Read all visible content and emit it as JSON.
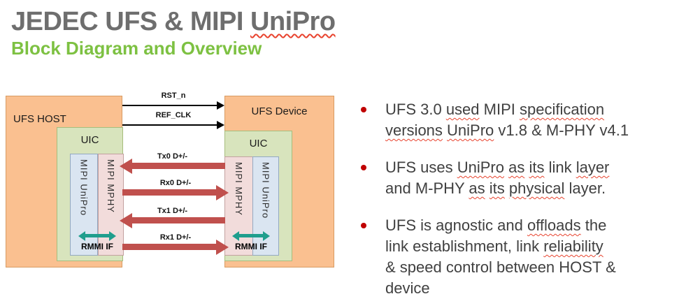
{
  "header": {
    "title_prefix": "JEDEC UFS & MIPI ",
    "title_wavy": "UniPro",
    "subtitle": "Block Diagram and Overview"
  },
  "diagram": {
    "host": {
      "label": "UFS HOST",
      "uic_label": "UIC",
      "unipro_label": "MIPI UniPro",
      "mphy_label": "MIPI MPHY",
      "rmmi_label": "RMMI IF"
    },
    "device": {
      "label": "UFS Device",
      "uic_label": "UIC",
      "unipro_label": "MIPI UniPro",
      "mphy_label": "MIPI MPHY",
      "rmmi_label": "RMMI IF"
    },
    "signals": [
      {
        "label": "RST_n",
        "type": "black",
        "dir": "right"
      },
      {
        "label": "REF_CLK",
        "type": "black",
        "dir": "right"
      },
      {
        "label": "Tx0 D+/-",
        "type": "red",
        "dir": "left"
      },
      {
        "label": "Rx0 D+/-",
        "type": "red",
        "dir": "right"
      },
      {
        "label": "Tx1 D+/-",
        "type": "red",
        "dir": "left"
      },
      {
        "label": "Rx1 D+/-",
        "type": "red",
        "dir": "right"
      }
    ]
  },
  "bullets": [
    {
      "lines": [
        [
          {
            "t": "UFS 3.0 "
          },
          {
            "t": "used",
            "w": true
          },
          {
            "t": " MIPI "
          },
          {
            "t": "specification",
            "w": true
          }
        ],
        [
          {
            "t": "versions",
            "w": true
          },
          {
            "t": " "
          },
          {
            "t": "UniPro",
            "w": true
          },
          {
            "t": " v1.8 & M-PHY v4.1"
          }
        ]
      ]
    },
    {
      "lines": [
        [
          {
            "t": "UFS uses "
          },
          {
            "t": "UniPro",
            "w": true
          },
          {
            "t": " "
          },
          {
            "t": "as",
            "w": true
          },
          {
            "t": " "
          },
          {
            "t": "its",
            "w": true
          },
          {
            "t": " link "
          },
          {
            "t": "layer",
            "w": true
          }
        ],
        [
          {
            "t": "and M-PHY "
          },
          {
            "t": "as",
            "w": true
          },
          {
            "t": " "
          },
          {
            "t": "its",
            "w": true
          },
          {
            "t": " "
          },
          {
            "t": "physical",
            "w": true
          },
          {
            "t": " layer."
          }
        ]
      ]
    },
    {
      "lines": [
        [
          {
            "t": "UFS is agnostic and "
          },
          {
            "t": "offloads",
            "w": true
          },
          {
            "t": " the"
          }
        ],
        [
          {
            "t": "link establishment, link "
          },
          {
            "t": "reliability",
            "w": true
          }
        ],
        [
          {
            "t": "& speed control between HOST &"
          }
        ],
        [
          {
            "t": "device"
          }
        ]
      ]
    }
  ],
  "colors": {
    "title_gray": "#6e6e6e",
    "subtitle_green": "#7DC142",
    "block_orange": "#FAC090",
    "uic_green": "#D8E4BD",
    "unipro_blue": "#DAE5F1",
    "mphy_pink": "#F2DCDB",
    "signal_red": "#C0504D",
    "rmmi_teal": "#1F9E8D",
    "bullet_dot_red": "#C00000",
    "spellcheck_red": "#E8432E"
  }
}
